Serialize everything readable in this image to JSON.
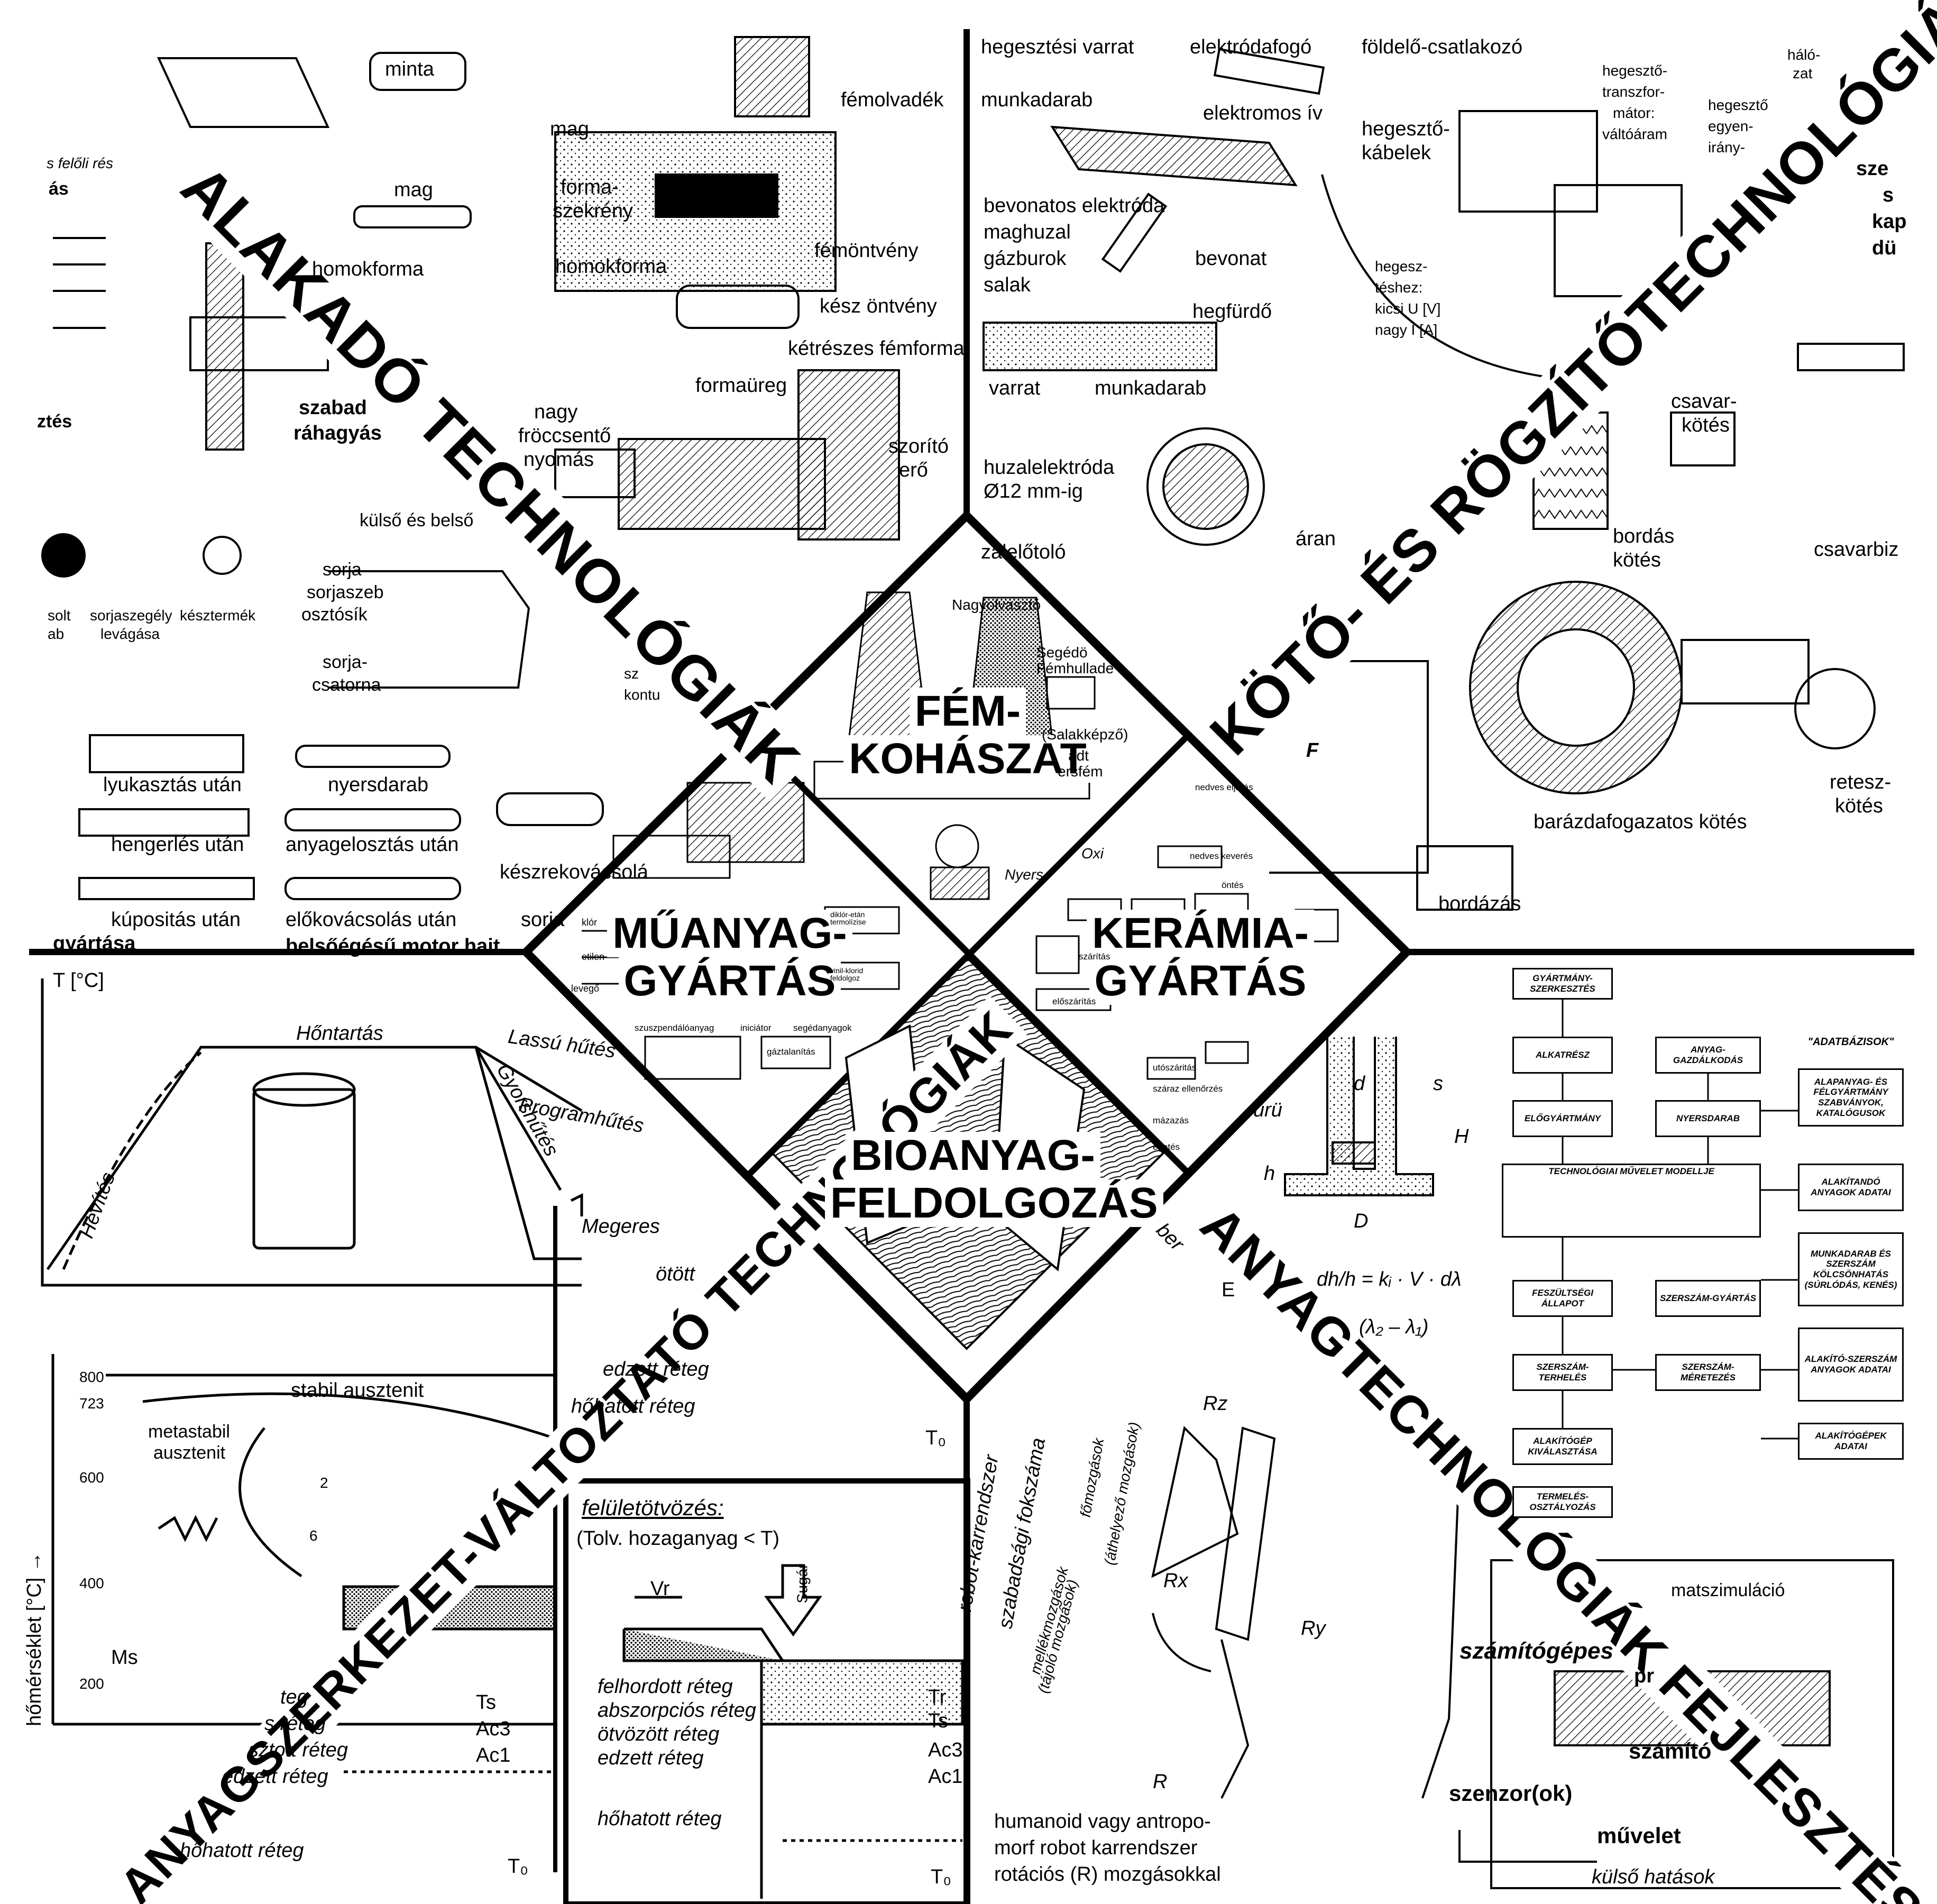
{
  "banners": {
    "alakado": "ALAKADÓ TECHNOLÓGIÁK",
    "koto": "KÖTŐ- ÉS RÖGZÍTŐTECHNOLÓGIÁK",
    "anyagszerkezet": "ANYAGSZERKEZET-VÁLTOZTATÓ TECHNOLÓGIÁK",
    "fejlesztes": "ANYAGTECHNOLÓGIÁK FEJLESZTÉSE"
  },
  "center": {
    "fem": [
      "FÉM-",
      "KOHÁSZAT"
    ],
    "muanyag": [
      "MŰANYAG-",
      "GYÁRTÁS"
    ],
    "keramia": [
      "KERÁMIA-",
      "GYÁRTÁS"
    ],
    "bio": [
      "BIOANYAG-",
      "FELDOLGOZÁS"
    ]
  },
  "center_small": {
    "nagyolvaszto": "Nagyolvasztó",
    "segedo": "Segédö",
    "femhullade": "Fémhullade",
    "salakkepzo": "(Salakképző)",
    "adt": "adt",
    "ersfem": "ersfém",
    "nyers": "Nyers",
    "oxi": "Oxi",
    "klor": "klór",
    "etilen": "etilen",
    "levego": "levegő",
    "diklor": "diklór-etán termolízise",
    "vinil": "vinil-klorid feldolgoz",
    "szuszpenzio": "szuszpendálóanyag",
    "iniciator": "iniciátor",
    "segedanyag": "segédanyagok",
    "gazlanitas": "gáztalanítás",
    "keveres": "nedves keverés",
    "eljaras": "nedves eljárás",
    "ontes": "öntés",
    "szaritas": "szárítás",
    "egetes": "égetés",
    "elosz": "előszárítás",
    "mazazas": "mázazás",
    "elenorzes": "száraz ellenőrzés",
    "utoszarit": "utószáritás"
  },
  "alakado": {
    "minta": "minta",
    "mag": "mag",
    "homokforma": "homokforma",
    "feloli": "s felőli rés",
    "as": "ás",
    "tes": "ztés",
    "mag2": "mag",
    "formaszekreny": [
      "forma-",
      "szekrény"
    ],
    "homokforma2": "homokforma",
    "femolvadek": "fémolvadék",
    "femontveny": "fémöntvény",
    "kesz_ontveny": "kész öntvény",
    "ketreszes": "kétrészes fémforma",
    "formaureg": "formaüreg",
    "nagy_froccs": [
      "nagy",
      "fröccsentő",
      "nyomás"
    ],
    "szorito": [
      "szorító",
      "erő"
    ],
    "szabad": "szabad",
    "rahagyas": "ráhagyás",
    "kulso_belso": "külső és belső",
    "sorja": "sorja",
    "sorjaszeb": "sorjaszeb",
    "osztosik": "osztósík",
    "sorjacsatorna": [
      "sorja-",
      "csatorna"
    ],
    "kontu": [
      "sz",
      "kontu"
    ],
    "solt": "solt",
    "ab": "ab",
    "sorjaszegely": [
      "sorjaszegély",
      "levágása"
    ],
    "keszterm": "késztermék",
    "lyukasztas": "lyukasztás után",
    "hengerles": "hengerlés után",
    "kuposit": "kúpositás után",
    "nyersdarab": "nyersdarab",
    "anyagelosztas": "anyagelosztás után",
    "elokovacs": "előkovácsolás után",
    "keszrekov": "készrekovácsolá",
    "sorja3": "sorja",
    "gyartasa": "gyártása",
    "belsoeg": "belsőégésű motor hait"
  },
  "koto": {
    "hegesztesi_varrat": "hegesztési varrat",
    "elektrodafogo": "elektródafogó",
    "foldelo": "földelő-csatlakozó",
    "munkadarab": "munkadarab",
    "elektromos_iv": "elektromos ív",
    "hegeszto_kabelek": [
      "hegesztő-",
      "kábelek"
    ],
    "hegeszto_transz": [
      "hegesztő-",
      "transzfor-",
      "mátor:",
      "váltóáram"
    ],
    "hegeszto_egyen": [
      "hegesztő",
      "egyen-",
      "irány-"
    ],
    "halo": [
      "háló-",
      "zat"
    ],
    "bevonatos": "bevonatos elektróda",
    "maghuzal": "maghuzal",
    "gazburok": "gázburok",
    "salak": "salak",
    "bevonat": "bevonat",
    "hegfurdo": "hegfürdő",
    "varrat": "varrat",
    "munkadarab2": "munkadarab",
    "hegeszteshez": [
      "hegesz-",
      "téshez:",
      "kicsi U [V]",
      "nagy I [A]"
    ],
    "huzalelektroda": [
      "huzalelektróda",
      "Ø12 mm-ig"
    ],
    "zalelotolo": "zalelőtoló",
    "aran": "áran",
    "csavarkotes": [
      "csavar-",
      "kötés"
    ],
    "bordas": [
      "bordás",
      "kötés"
    ],
    "csavarbiz": "csavarbiz",
    "szer": [
      "sze",
      "s",
      "kap",
      "dü"
    ],
    "barazda": "barázdafogazatos kötés",
    "retesz": [
      "retesz-",
      "kötés"
    ],
    "bordazas": "bordázás",
    "F": "F"
  },
  "hokezeles": {
    "T": "T [°C]",
    "hontartas": "Hőntartás",
    "lassu": "Lassú hűtés",
    "gyors": "Gyorshűtés",
    "program": "Programhűtés",
    "hevites": "Hevítés",
    "megeres": "Megeres",
    "t800": "800",
    "t723": "723",
    "t600": "600",
    "t400": "400",
    "t200": "200",
    "stabil": "stabil ausztenit",
    "metastabil": [
      "metastabil",
      "ausztenit"
    ],
    "homerseklet": "hőmérséklet [°C] →",
    "Ms": "Ms",
    "c2": "2",
    "c6": "6",
    "reteg1": "teg",
    "reteg2": "s réteg",
    "reteg3": "sztott réteg",
    "reteg4": "edzett réteg",
    "hohatott": "hőhatott réteg",
    "Ts": "Ts",
    "Ac3": "Ac3",
    "Ac1": "Ac1",
    "To": "T₀",
    "otvozott_r": "ötött",
    "edzett_r": "edzett réteg",
    "hohatott_r": "hőhatott réteg",
    "To2": "T₀"
  },
  "felulet": {
    "title": "felületötvözés:",
    "sub": "(Tolv. hozaganyag < T)",
    "Vr": "Vr",
    "sugar": "Sugár",
    "felhordott": "felhordott réteg",
    "abszorpcios": "abszorpciós réteg",
    "otvozott": "ötvözött réteg",
    "edzett": "edzett réteg",
    "hohatott": "hőhatott réteg",
    "Tr": "Tr",
    "Ts": "Ts",
    "Ac3": "Ac3",
    "Ac1": "Ac1",
    "To": "T₀"
  },
  "fejlesztes": {
    "gyartmany": "GYÁRTMÁNY-SZERKESZTÉS",
    "alkatresz": "ALKATRÉSZ",
    "elogyartmany": "ELŐGYÁRTMÁNY",
    "technologiai": "TECHNOLÓGIAI MŰVELET MODELLJE",
    "feszultsegi": "FESZÜLTSÉGI ÁLLAPOT",
    "szerszamterheles": "SZERSZÁM-TERHELÉS",
    "alakitogep": "ALAKÍTÓGÉP KIVÁLASZTÁSA",
    "termeles": "TERMELÉS-OSZTÁLYOZÁS",
    "anyaggazd": "ANYAG-GAZDÁLKODÁS",
    "nyersdarab": "NYERSDARAB",
    "szerszamgyartas": "SZERSZÁM-GYÁRTÁS",
    "szerszammeretezes": "SZERSZÁM-MÉRETEZÉS",
    "adatbazisok": "\"ADATBÁZISOK\"",
    "alapanyag": "ALAPANYAG- ÉS FÉLGYÁRTMÁNY SZABVÁNYOK, KATALÓGUSOK",
    "alakitando": "ALAKÍTANDÓ ANYAGOK ADATAI",
    "munkadarab_szerszam": "MUNKADARAB ÉS SZERSZÁM KÖLCSÖNHATÁS (SÚRLÓDÁS, KENÉS)",
    "alakito_szerszam": "ALAKÍTÓ-SZERSZÁM ANYAGOK ADATAI",
    "alakitogepek": "ALAKÍTÓGÉPEK ADATAI",
    "dh": "dh/h = kᵢ · V · dλ",
    "lambda": "(λ₂ – λ₁)",
    "d": "d",
    "D": "D",
    "H": "H",
    "h": "h",
    "s": "s",
    "uru": "ürü",
    "ber": "ber",
    "E": "E",
    "robot": [
      "robot-karrendszer",
      "szabadsági fokszáma"
    ],
    "fomozgasok": [
      "főmozgások",
      "(áthelyező mozgások)"
    ],
    "mellek": [
      "mellékmozgások",
      "(tájoló mozgások)"
    ],
    "humanoid": [
      "humanoid vagy antropo-",
      "morf robot karrendszer",
      "rotációs (R) mozgásokkal"
    ],
    "Rz": "Rz",
    "Rx": "Rx",
    "Ry": "Ry",
    "R": "R",
    "matszim": "matszimuláció",
    "szamitogepes": "számítógépes",
    "pr": "pr",
    "szamito": "számító",
    "szenzor": "szenzor(ok)",
    "muvelet": "művelet",
    "kulso": "külső hatások"
  }
}
